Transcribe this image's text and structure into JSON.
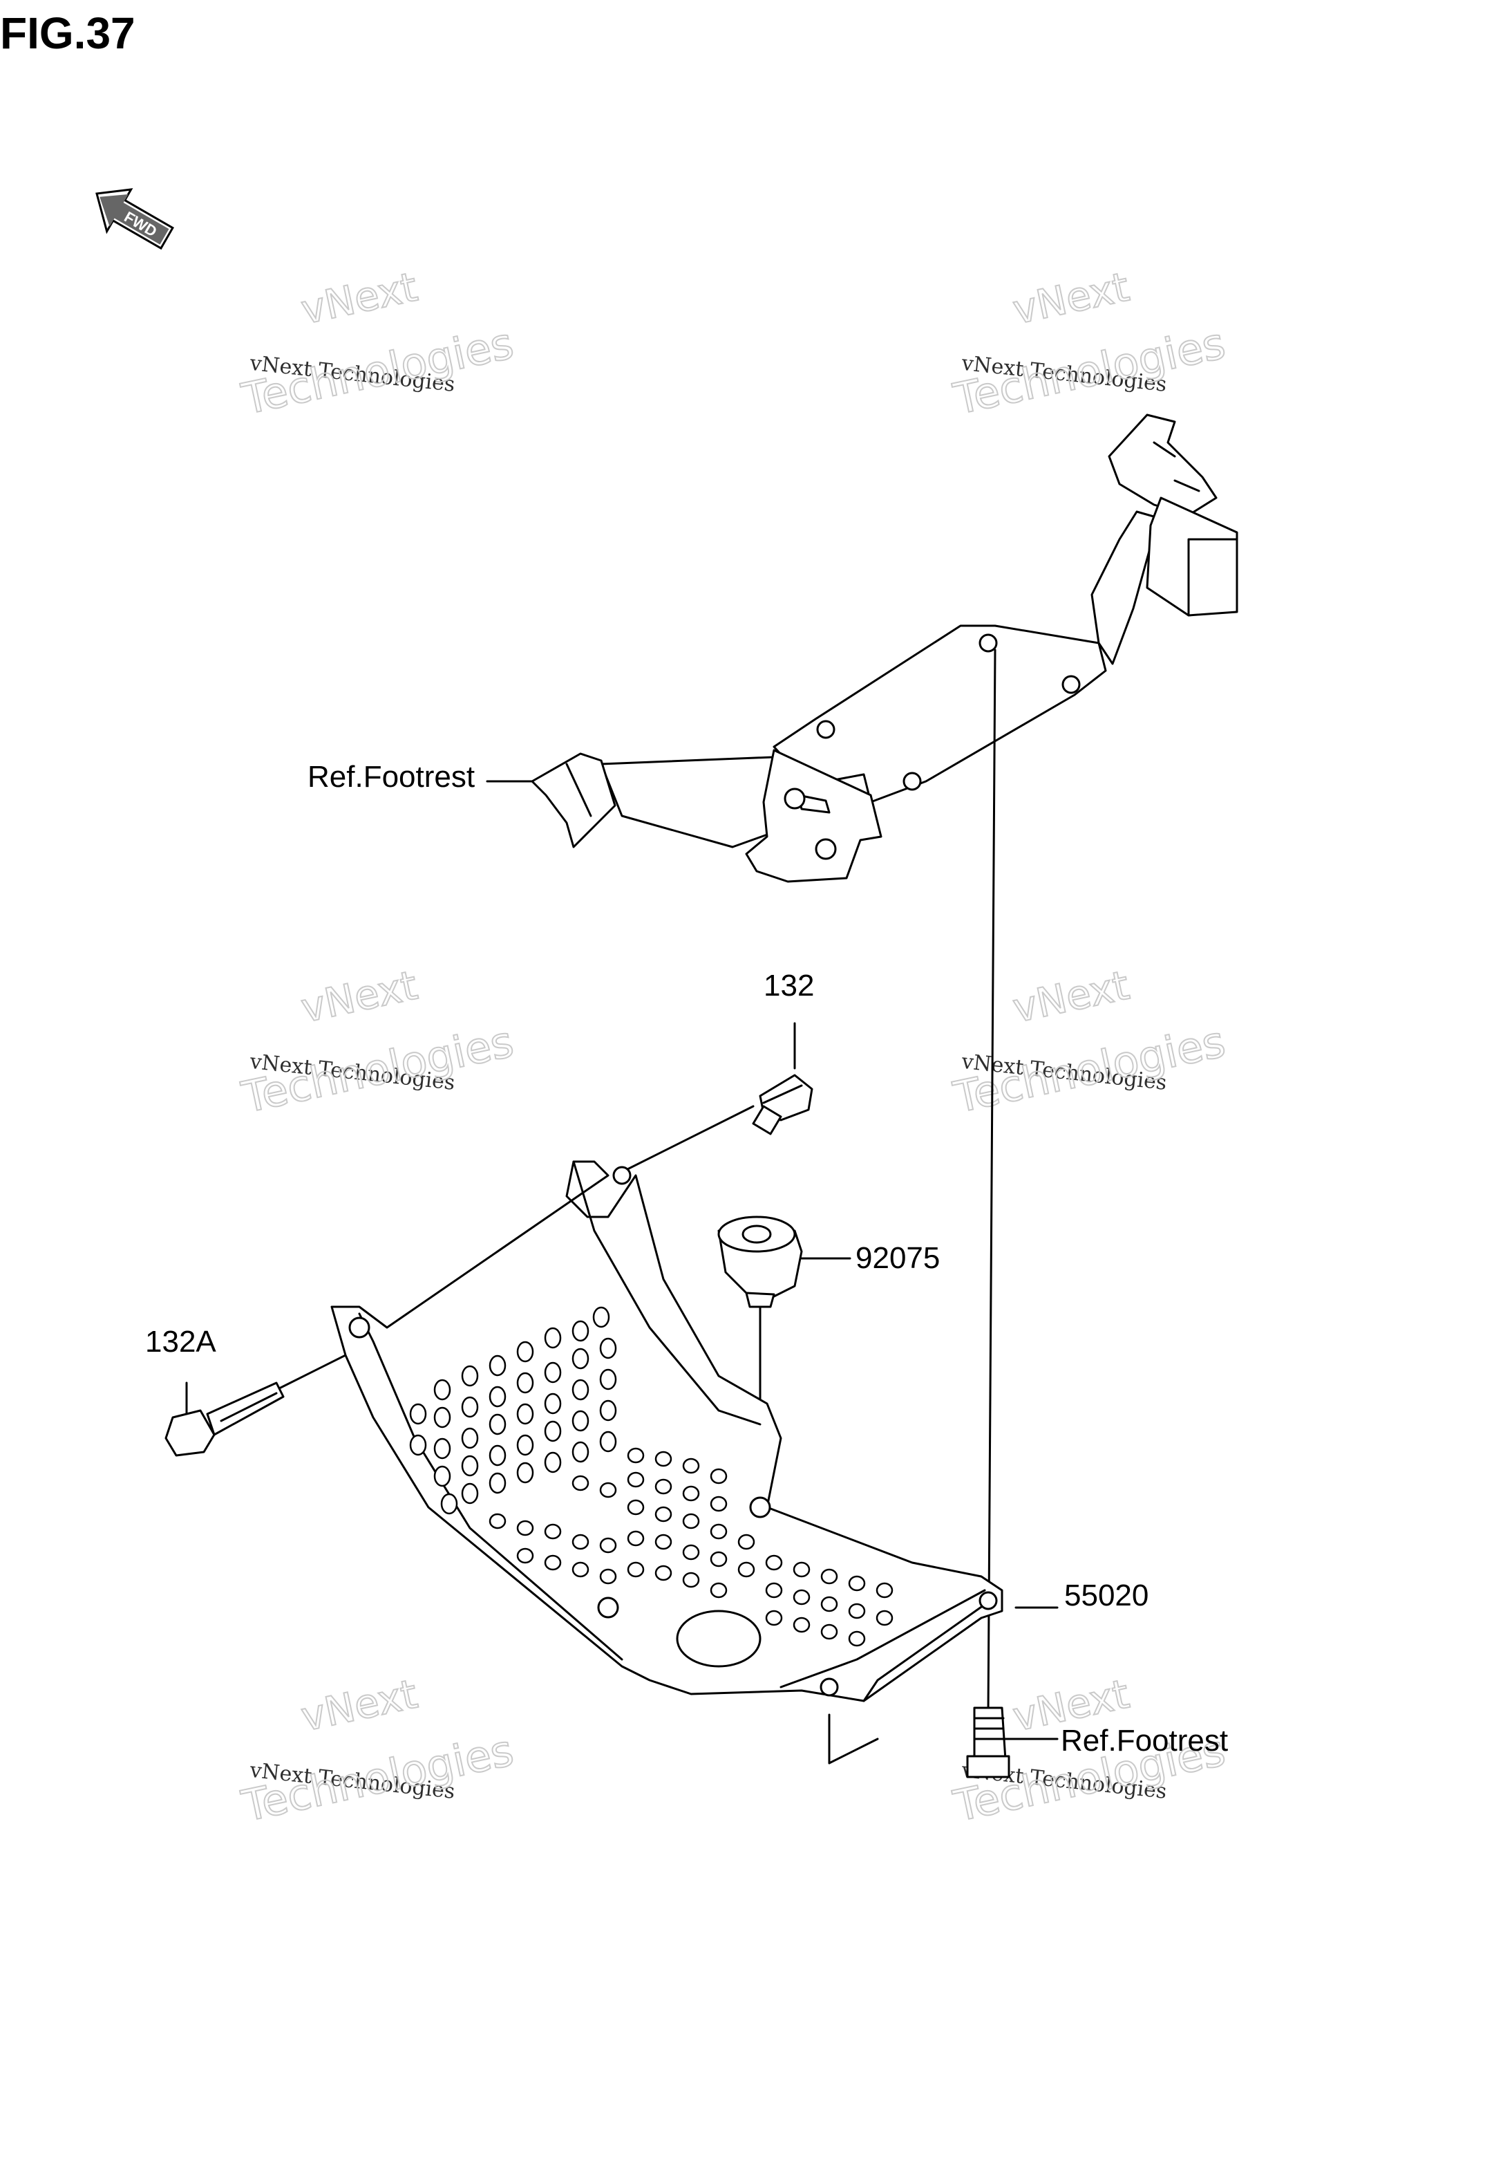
{
  "figure": {
    "title": "FIG.37",
    "fwd_label": "FWD"
  },
  "watermark": {
    "line1": "vNext Technologies",
    "line2": "Technologies",
    "line3": "vNext"
  },
  "callouts": {
    "ref_footrest_upper": "Ref.Footrest",
    "ref_footrest_lower": "Ref.Footrest",
    "bolt_132": "132",
    "bolt_132a": "132A",
    "damper_92075": "92075",
    "guard_55020": "55020"
  }
}
